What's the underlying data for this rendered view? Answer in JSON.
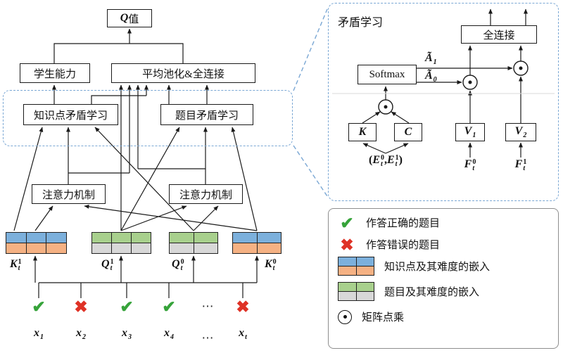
{
  "colors": {
    "blue": "#7cb0dc",
    "orange": "#f5b183",
    "green": "#a8d08d",
    "gray": "#d8d8d8",
    "check_green": "#36a33a",
    "cross_red": "#df3226",
    "dashed_border_blue": "#7aa7d4"
  },
  "left": {
    "q_value": {
      "base": "Q",
      "suffix": "值"
    },
    "ability": "学生能力",
    "pooling": "平均池化&全连接",
    "kc_learning": "知识点矛盾学习",
    "qc_learning": "题目矛盾学习",
    "attention": "注意力机制",
    "marks": [
      {
        "type": "correct",
        "icon": "✔"
      },
      {
        "type": "wrong",
        "icon": "✖"
      },
      {
        "type": "correct",
        "icon": "✔"
      },
      {
        "type": "correct",
        "icon": "✔"
      },
      {
        "type": "ellipsis",
        "icon": "⋯"
      },
      {
        "type": "wrong",
        "icon": "✖"
      }
    ]
  },
  "math": {
    "kt1": {
      "base": "K",
      "sub": "t",
      "sup": "1"
    },
    "qt1": {
      "base": "Q",
      "sub": "t",
      "sup": "1"
    },
    "qt0": {
      "base": "Q",
      "sub": "t",
      "sup": "0"
    },
    "kt0": {
      "base": "K",
      "sub": "t",
      "sup": "0"
    },
    "x1": {
      "base": "x",
      "sub": "1"
    },
    "x2": {
      "base": "x",
      "sub": "2"
    },
    "x3": {
      "base": "x",
      "sub": "3"
    },
    "x4": {
      "base": "x",
      "sub": "4"
    },
    "xt": {
      "base": "x",
      "sub": "t"
    },
    "ellipsis": "⋯"
  },
  "detail": {
    "title": "矛盾学习",
    "fc": "全连接",
    "softmax": "Softmax",
    "a1": {
      "base": "Ã",
      "sub": "1"
    },
    "a0": {
      "base": "Ã",
      "sub": "0"
    },
    "k": "K",
    "c": "C",
    "v1": {
      "base": "V",
      "sub": "1"
    },
    "v2": {
      "base": "V",
      "sub": "2"
    },
    "e_pair": {
      "open": "(",
      "e1": {
        "base": "E",
        "sub": "t",
        "sup": "0"
      },
      "comma": ",",
      "e2": {
        "base": "E",
        "sub": "t",
        "sup": "1"
      },
      "close": ")"
    },
    "f0": {
      "base": "F",
      "sub": "t",
      "sup": "0"
    },
    "f1": {
      "base": "F",
      "sub": "t",
      "sup": "1"
    }
  },
  "legend": {
    "check_icon": "✔",
    "cross_icon": "✖",
    "correct": "作答正确的题目",
    "wrong": "作答错误的题目",
    "knowledge_embed": "知识点及其难度的嵌入",
    "question_embed": "题目及其难度的嵌入",
    "dot_product": "矩阵点乘"
  }
}
